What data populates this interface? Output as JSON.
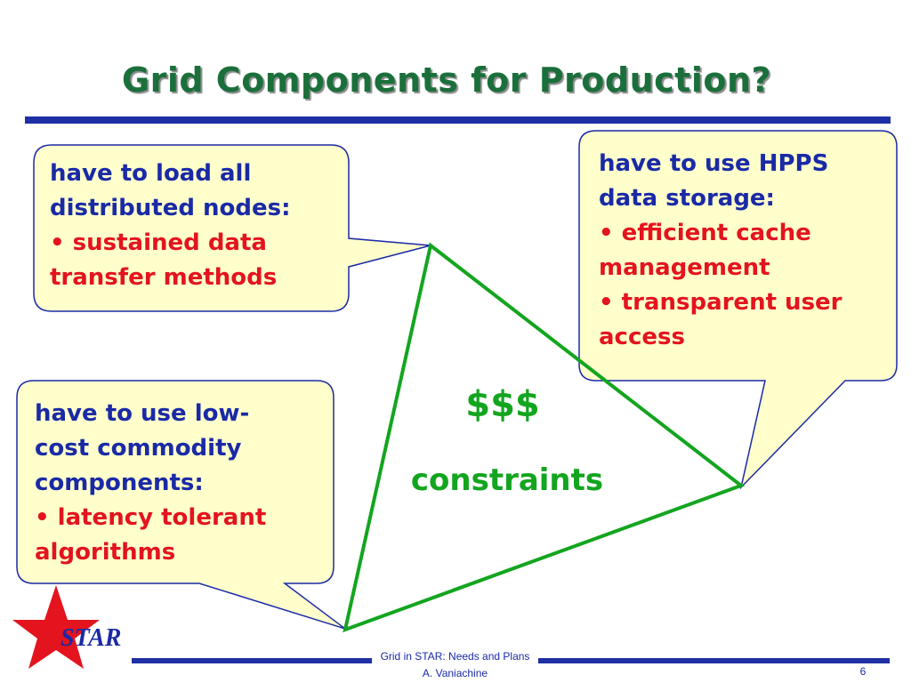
{
  "title": "Grid Components for Production?",
  "callouts": {
    "top_left": {
      "lines": [
        "have to load all",
        "distributed nodes:"
      ],
      "bullet": "• sustained data",
      "bullet_cont": "transfer methods"
    },
    "top_right": {
      "lines": [
        "have to use HPPS",
        "data storage:"
      ],
      "bullet1": "• efficient cache",
      "bullet1_cont": "management",
      "bullet2": "• transparent user",
      "bullet2_cont": "access"
    },
    "bottom_left": {
      "lines": [
        "have to use low-",
        "cost commodity",
        "components:"
      ],
      "bullet": "• latency tolerant",
      "bullet_cont": "algorithms"
    }
  },
  "center": {
    "money": "$$$",
    "label": "constraints"
  },
  "footer": {
    "logo_text": "STAR",
    "talk_title": "Grid in STAR: Needs and Plans",
    "author": "A. Vaniachine",
    "page_number": "6"
  },
  "colors": {
    "title_green": "#1a6f3a",
    "rule_blue": "#1f2fa5",
    "bubble_fill": "#ffffcc",
    "bubble_stroke": "#1a2aa6",
    "text_blue": "#1a2aa6",
    "bullet_red": "#e3141e",
    "triangle_green": "#13a51f",
    "star_red": "#e3141e"
  }
}
